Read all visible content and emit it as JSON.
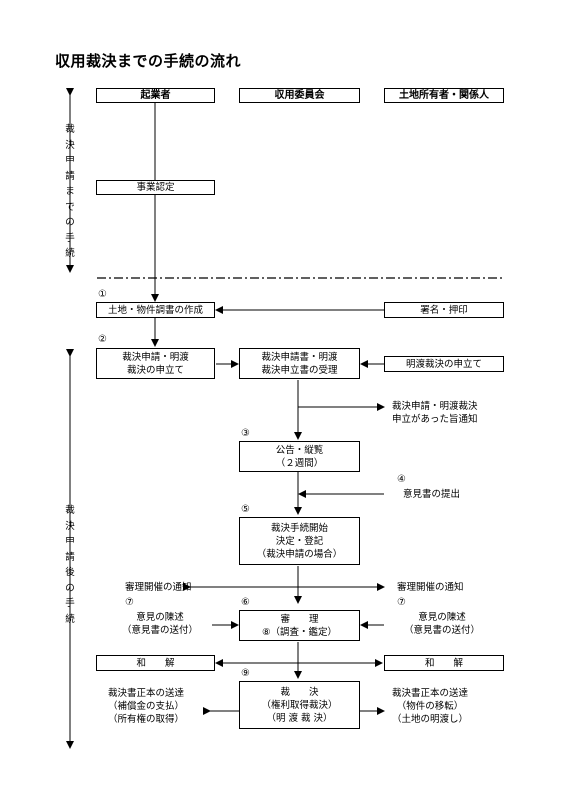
{
  "title": "収用裁決までの手続の流れ",
  "headers": {
    "kigyosha": "起業者",
    "iinkai": "収用委員会",
    "shoyusha": "土地所有者・関係人"
  },
  "side_labels": {
    "before": "裁決申請までの手続",
    "after": "裁決申請後の手続"
  },
  "steps": {
    "s0": "事業認定",
    "s1_num": "①",
    "s1": "土地・物件調書の作成",
    "s1_right": "署名・押印",
    "s2_num": "②",
    "s2_left": [
      "裁決申請・明渡",
      "裁決の申立て"
    ],
    "s2_mid": [
      "裁決申請書・明渡",
      "裁決申立書の受理"
    ],
    "s2_right": "明渡裁決の申立て",
    "notice": [
      "裁決申請・明渡裁決",
      "申立があった旨通知"
    ],
    "s3_num": "③",
    "s3": [
      "公告・縦覧",
      "（２週間）"
    ],
    "s4_num": "④",
    "s4": "意見書の提出",
    "s5_num": "⑤",
    "s5": [
      "裁決手続開始",
      "決定・登記",
      "（裁決申請の場合）"
    ],
    "hearing_notice_left": "審理開催の通知",
    "hearing_notice_right": "審理開催の通知",
    "s7_num_left": "⑦",
    "s7_num_right": "⑦",
    "s7_left": [
      "意見の陳述",
      "（意見書の送付）"
    ],
    "s7_right": [
      "意見の陳述",
      "（意見書の送付）"
    ],
    "s6_num": "⑥",
    "s6_line1": "審　　理",
    "s6_line2": "⑧（調査・鑑定）",
    "wakai_left": "和　　解",
    "wakai_right": "和　　解",
    "s9_num": "⑨",
    "s9": [
      "裁　　決",
      "（権利取得裁決）",
      "（明 渡 裁 決）"
    ],
    "send_left": [
      "裁決書正本の送達",
      "（補償金の支払）",
      "（所有権の取得）"
    ],
    "send_right": [
      "裁決書正本の送達",
      "（物件の移転）",
      "（土地の明渡し）"
    ]
  }
}
